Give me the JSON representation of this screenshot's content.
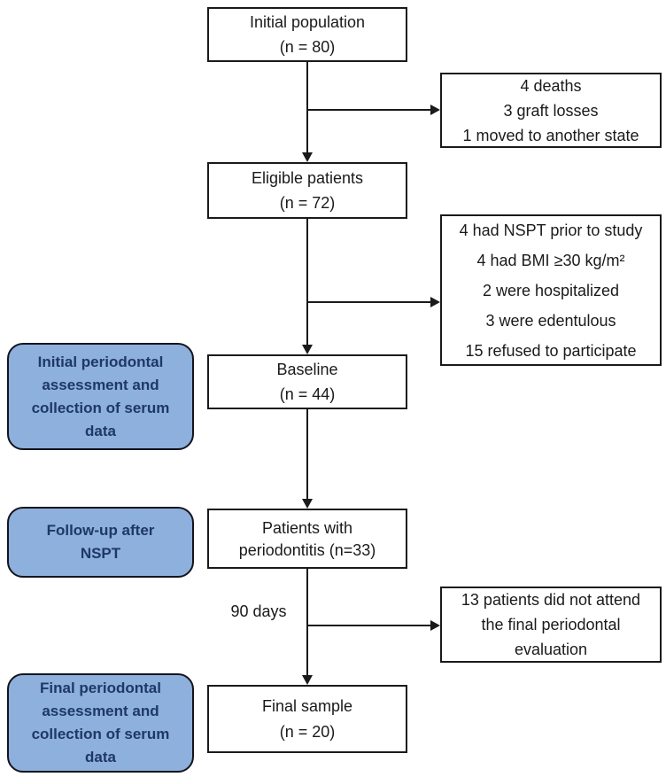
{
  "flowchart": {
    "main_boxes": [
      {
        "name": "initial-population",
        "line1": "Initial population",
        "line2": "(n = 80)"
      },
      {
        "name": "eligible-patients",
        "line1": "Eligible patients",
        "line2": "(n = 72)"
      },
      {
        "name": "baseline",
        "line1": "Baseline",
        "line2": "(n = 44)"
      },
      {
        "name": "patients-with-periodontitis",
        "line1": "Patients with",
        "line2": "periodontitis (n=33)"
      },
      {
        "name": "final-sample",
        "line1": "Final sample",
        "line2": "(n = 20)"
      }
    ],
    "exclusions": [
      {
        "name": "exclusions-after-initial-population",
        "lines": [
          "4 deaths",
          "3 graft losses",
          "1 moved to another state"
        ]
      },
      {
        "name": "exclusions-after-eligible-patients",
        "lines": [
          "4 had NSPT prior to study",
          "4 had BMI ≥30 kg/m²",
          "2 were hospitalized",
          "3 were edentulous",
          "15 refused to participate"
        ]
      },
      {
        "name": "exclusions-before-final-sample",
        "lines": [
          "13 patients did not attend",
          "the final periodontal",
          "evaluation"
        ]
      }
    ],
    "stages": [
      {
        "name": "stage-initial-assessment",
        "text": "Initial periodontal\nassessment and\ncollection of serum\ndata"
      },
      {
        "name": "stage-follow-up",
        "text": "Follow-up after\nNSPT"
      },
      {
        "name": "stage-final-assessment",
        "text": "Final periodontal\nassessment and\ncollection of serum\ndata"
      }
    ],
    "timeline_label": "90 days",
    "colors": {
      "stage_fill": "#8DB0DC",
      "stage_text": "#1F3864",
      "box_border": "#1a1a1a",
      "line": "#1a1a1a",
      "background": "#ffffff"
    }
  }
}
